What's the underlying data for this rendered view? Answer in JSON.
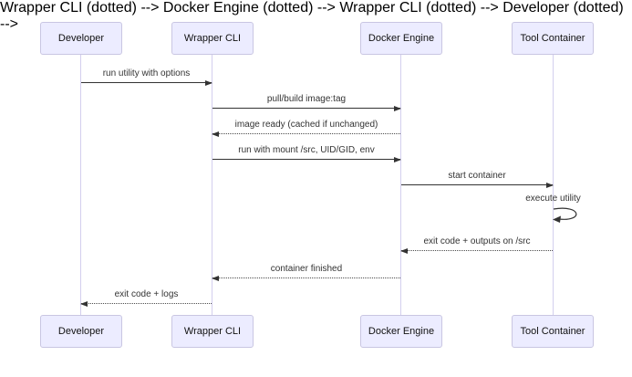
{
  "diagram": {
    "type": "sequence-diagram",
    "background": "#ffffff",
    "actors": [
      {
        "label": "Developer"
      },
      {
        "label": "Wrapper CLI"
      },
      {
        "label": "Docker Engine"
      },
      {
        "label": "Tool Container"
      }
    ],
    "messages": [
      {
        "from": "Developer",
        "to": "Wrapper CLI",
        "label": "run utility with options",
        "line": "solid",
        "arrow": "right"
      },
      {
        "from": "Wrapper CLI",
        "to": "Docker Engine",
        "label": "pull/build image:tag",
        "line": "solid",
        "arrow": "right"
      },
      {
        "from": "Docker Engine",
        "to": "Wrapper CLI",
        "label": "image ready (cached if unchanged)",
        "line": "dotted",
        "arrow": "left"
      },
      {
        "from": "Wrapper CLI",
        "to": "Docker Engine",
        "label": "run with mount /src, UID/GID, env",
        "line": "solid",
        "arrow": "right"
      },
      {
        "from": "Docker Engine",
        "to": "Tool Container",
        "label": "start container",
        "line": "solid",
        "arrow": "right"
      },
      {
        "from": "Tool Container",
        "to": "Tool Container",
        "label": "execute utility",
        "line": "solid",
        "arrow": "self-loop"
      },
      {
        "from": "Tool Container",
        "to": "Docker Engine",
        "label": "exit code + outputs on /src",
        "line": "dotted",
        "arrow": "left"
      },
      {
        "from": "Docker Engine",
        "to": "Wrapper CLI",
        "label": "container finished",
        "line": "dotted",
        "arrow": "left"
      },
      {
        "from": "Wrapper CLI",
        "to": "Developer",
        "label": "exit code + logs",
        "line": "dotted",
        "arrow": "left"
      }
    ],
    "colors": {
      "actor_fill": "#ECECFF",
      "actor_border": "#c9c6e2",
      "lifeline": "#d3cfee",
      "message_line": "#333333",
      "message_text": "#333333"
    }
  }
}
